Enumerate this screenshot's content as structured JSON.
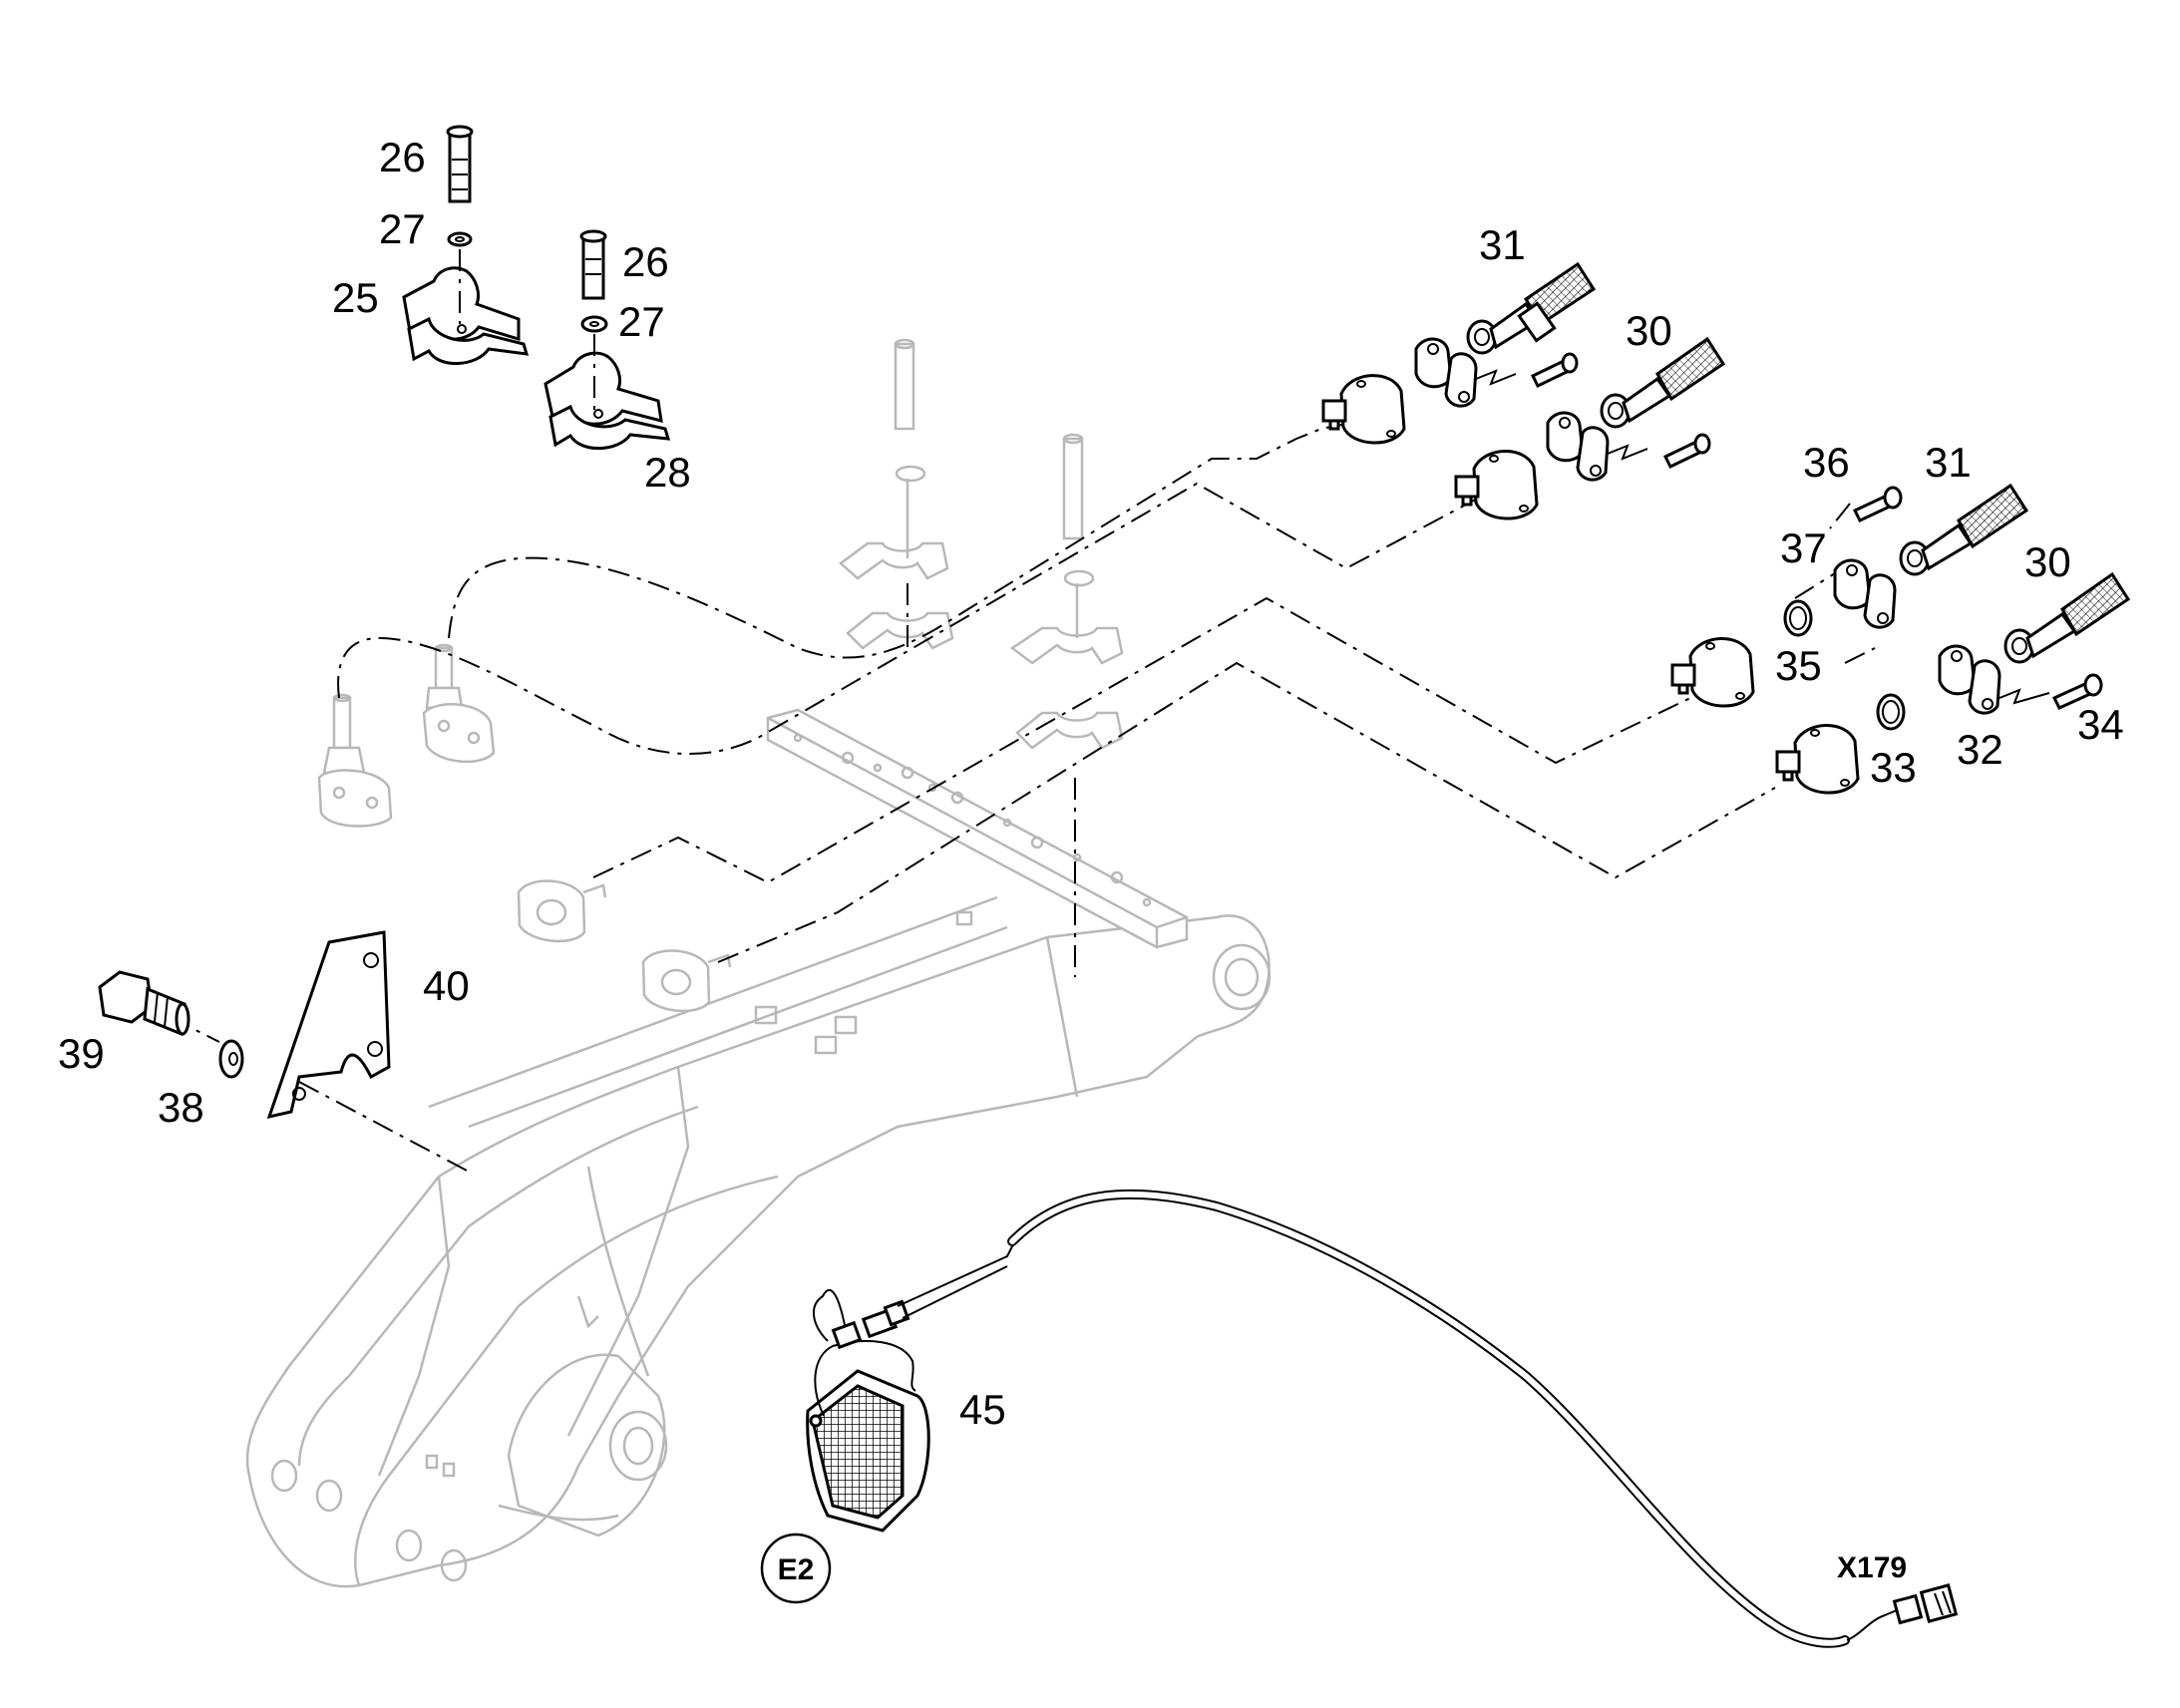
{
  "labels": {
    "l25": "25",
    "l26a": "26",
    "l26b": "26",
    "l27a": "27",
    "l27b": "27",
    "l28": "28",
    "l30a": "30",
    "l30b": "30",
    "l31a": "31",
    "l31b": "31",
    "l32": "32",
    "l33": "33",
    "l34": "34",
    "l35": "35",
    "l36": "36",
    "l37": "37",
    "l38": "38",
    "l39": "39",
    "l40": "40",
    "l45": "45",
    "e2": "E2",
    "x179": "X179"
  }
}
